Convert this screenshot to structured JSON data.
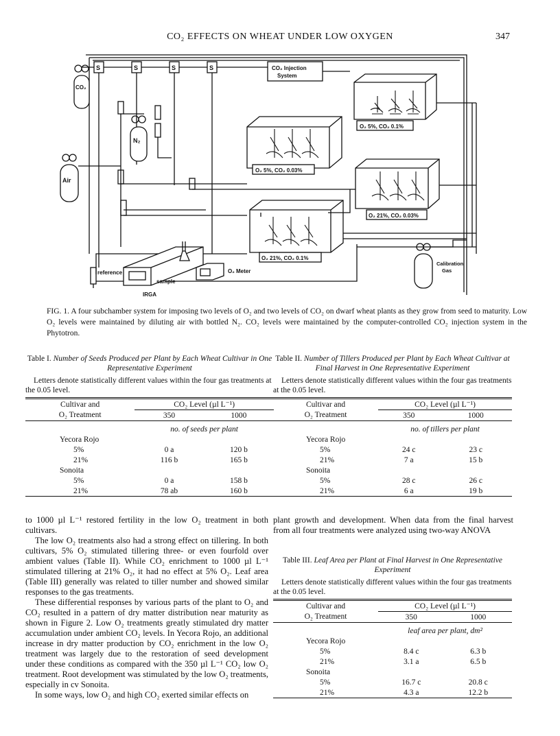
{
  "header": {
    "running_title": "CO₂ EFFECTS ON WHEAT UNDER LOW OXYGEN",
    "page_number": "347"
  },
  "figure": {
    "labels": {
      "s": "S",
      "co2_tank": "CO₂",
      "n2_tank": "N₂",
      "air_tank": "Air",
      "co2_injection_line1": "CO₂ Injection",
      "co2_injection_line2": "System",
      "chamber_tr": "O₂ 5%, CO₂ 0.1%",
      "chamber_ml": "O₂ 5%, CO₂ 0.03%",
      "chamber_mr": "O₂ 21%, CO₂ 0.03%",
      "chamber_bl": "O₂ 21%, CO₂ 0.1%",
      "reference": "reference",
      "sample": "sample",
      "irga": "IRGA",
      "o2_meter": "O₂ Meter",
      "calibration_line1": "Calibration",
      "calibration_line2": "Gas"
    },
    "caption": "FIG. 1. A four subchamber system for imposing two levels of O₂ and two levels of CO₂ on dwarf wheat plants as they grow from seed to maturity. Low O₂ levels were maintained by diluting air with bottled N₂. CO₂ levels were maintained by the computer-controlled CO₂ injection system in the Phytotron."
  },
  "table1": {
    "label": "Table I.",
    "title": "Number of Seeds Produced per Plant by Each Wheat Cultivar in One Representative Experiment",
    "note": "Letters denote statistically different values within the four gas treatments at the 0.05 level.",
    "col_head_left_1": "Cultivar and",
    "col_head_left_2": "O₂ Treatment",
    "col_group": "CO₂ Level (µl L⁻¹)",
    "col_350": "350",
    "col_1000": "1000",
    "units": "no. of seeds per plant",
    "rows": [
      {
        "c": "Yecora Rojo",
        "a": "",
        "b": ""
      },
      {
        "c": "5%",
        "a": "0 a",
        "b": "120 b"
      },
      {
        "c": "21%",
        "a": "116 b",
        "b": "165 b"
      },
      {
        "c": "Sonoita",
        "a": "",
        "b": ""
      },
      {
        "c": "5%",
        "a": "0 a",
        "b": "158 b"
      },
      {
        "c": "21%",
        "a": "78 ab",
        "b": "160 b"
      }
    ]
  },
  "table2": {
    "label": "Table II.",
    "title": "Number of Tillers Produced per Plant by Each Wheat Cultivar at Final Harvest in One Representative Experiment",
    "note": "Letters denote statistically different values within the four gas treatments at the 0.05 level.",
    "col_head_left_1": "Cultivar and",
    "col_head_left_2": "O₂ Treatment",
    "col_group": "CO₂ Level (µl L⁻¹)",
    "col_350": "350",
    "col_1000": "1000",
    "units": "no. of tillers per plant",
    "rows": [
      {
        "c": "Yecora Rojo",
        "a": "",
        "b": ""
      },
      {
        "c": "5%",
        "a": "24 c",
        "b": "23 c"
      },
      {
        "c": "21%",
        "a": "7 a",
        "b": "15 b"
      },
      {
        "c": "Sonoita",
        "a": "",
        "b": ""
      },
      {
        "c": "5%",
        "a": "28 c",
        "b": "26 c"
      },
      {
        "c": "21%",
        "a": "6 a",
        "b": "19 b"
      }
    ]
  },
  "table3": {
    "label": "Table III.",
    "title": "Leaf Area per Plant at Final Harvest in One Representative Experiment",
    "note": "Letters denote statistically different values within the four gas treatments at the 0.05 level.",
    "col_head_left_1": "Cultivar and",
    "col_head_left_2": "O₂ Treatment",
    "col_group": "CO₂ Level (µl L⁻¹)",
    "col_350": "350",
    "col_1000": "1000",
    "units": "leaf area per plant, dm²",
    "rows": [
      {
        "c": "Yecora Rojo",
        "a": "",
        "b": ""
      },
      {
        "c": "5%",
        "a": "8.4 c",
        "b": "6.3 b"
      },
      {
        "c": "21%",
        "a": "3.1 a",
        "b": "6.5 b"
      },
      {
        "c": "Sonoita",
        "a": "",
        "b": ""
      },
      {
        "c": "5%",
        "a": "16.7 c",
        "b": "20.8 c"
      },
      {
        "c": "21%",
        "a": "4.3 a",
        "b": "12.2 b"
      }
    ]
  },
  "body_left": [
    "to 1000 µl L⁻¹ restored fertility in the low O₂ treatment in both cultivars.",
    "The low O₂ treatments also had a strong effect on tillering. In both cultivars, 5% O₂ stimulated tillering three- or even fourfold over ambient values (Table II). While CO₂ enrichment to 1000 µl L⁻¹ stimulated tillering at 21% O₂, it had no effect at 5% O₂. Leaf area (Table III) generally was related to tiller number and showed similar responses to the gas treatments.",
    "These differential responses by various parts of the plant to O₂ and CO₂ resulted in a pattern of dry matter distribution near maturity as shown in Figure 2. Low O₂ treatments greatly stimulated dry matter accumulation under ambient CO₂ levels. In Yecora Rojo, an additional increase in dry matter production by CO₂ enrichment in the low O₂ treatment was largely due to the restoration of seed development under these conditions as compared with the 350 µl L⁻¹ CO₂ low O₂ treatment. Root development was stimulated by the low O₂ treatments, especially in cv Sonoita.",
    "In some ways, low O₂ and high CO₂ exerted similar effects on"
  ],
  "body_right": [
    "plant growth and development. When data from the final harvest from all four treatments were analyzed using two-way ANOVA"
  ]
}
